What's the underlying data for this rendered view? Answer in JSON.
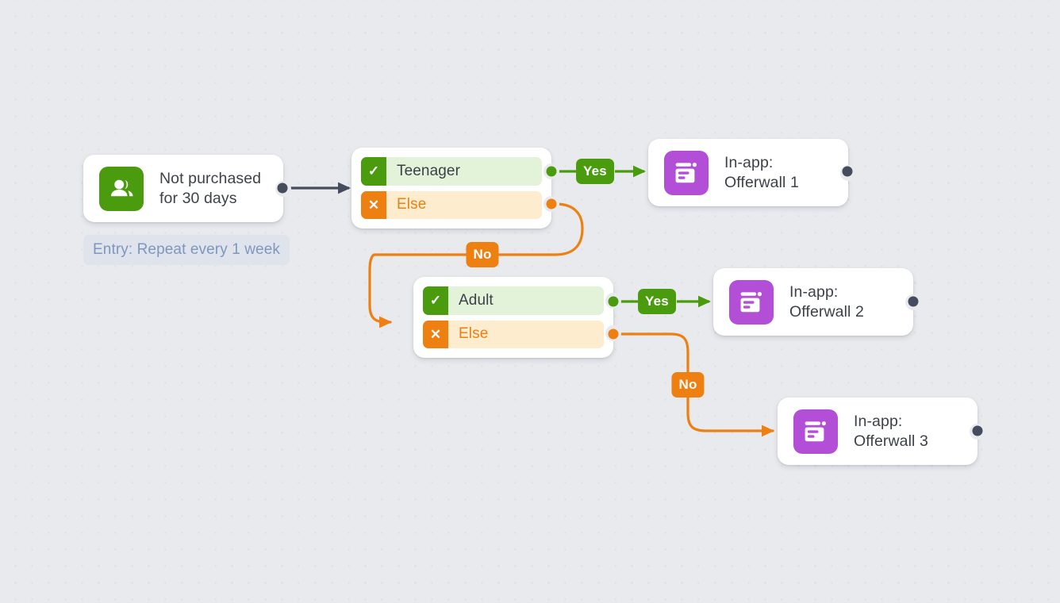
{
  "canvas": {
    "background_color": "#e9eaee",
    "grid": "dot-grid"
  },
  "palette": {
    "green": "#4a9c0e",
    "green_soft": "#e2f3d9",
    "orange": "#ee7f11",
    "orange_soft": "#fdeccd",
    "purple": "#b34fd6",
    "dark": "#454c5e",
    "text": "#3d4148",
    "entry_chip_bg": "#dfe3ec",
    "entry_chip_text": "#7f96bd"
  },
  "nodes": {
    "entry": {
      "label": "Not purchased\nfor 30 days",
      "icon": "audience-people-icon",
      "icon_color": "#4a9c0e",
      "entry_chip": "Entry: Repeat every 1 week"
    },
    "condition_1": {
      "match_label": "Teenager",
      "match_icon": "check-icon",
      "else_label": "Else",
      "else_icon": "cross-icon"
    },
    "condition_2": {
      "match_label": "Adult",
      "match_icon": "check-icon",
      "else_label": "Else",
      "else_icon": "cross-icon"
    },
    "offerwall_1": {
      "label": "In-app:\nOfferwall 1",
      "icon": "in-app-message-icon",
      "icon_color": "#b34fd6"
    },
    "offerwall_2": {
      "label": "In-app:\nOfferwall 2",
      "icon": "in-app-message-icon",
      "icon_color": "#b34fd6"
    },
    "offerwall_3": {
      "label": "In-app:\nOfferwall 3",
      "icon": "in-app-message-icon",
      "icon_color": "#b34fd6"
    }
  },
  "edges": {
    "entry_to_condition_1": {
      "label": "",
      "style": "solid-arrow",
      "color": "#454c5e"
    },
    "condition_1_yes": {
      "label": "Yes",
      "color": "#4a9c0e"
    },
    "condition_1_no": {
      "label": "No",
      "color": "#ee7f11"
    },
    "condition_2_yes": {
      "label": "Yes",
      "color": "#4a9c0e"
    },
    "condition_2_no": {
      "label": "No",
      "color": "#ee7f11"
    },
    "offerwall_1_out": {
      "style": "dashed",
      "color": "#454c5e"
    },
    "offerwall_2_out": {
      "style": "dashed",
      "color": "#454c5e"
    },
    "offerwall_3_out": {
      "style": "dashed",
      "color": "#454c5e"
    }
  }
}
